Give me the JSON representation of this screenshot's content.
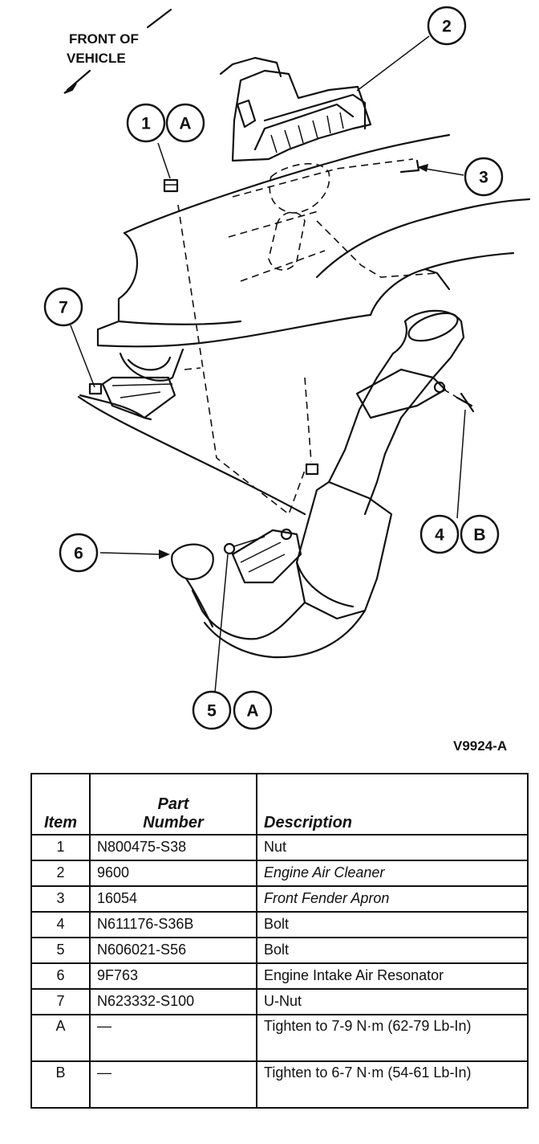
{
  "diagram": {
    "front_label_line1": "FRONT OF",
    "front_label_line2": "VEHICLE",
    "figure_id": "V9924-A",
    "callouts": [
      {
        "id": "1",
        "text": "1"
      },
      {
        "id": "1A",
        "text": "A"
      },
      {
        "id": "2",
        "text": "2"
      },
      {
        "id": "3",
        "text": "3"
      },
      {
        "id": "4",
        "text": "4"
      },
      {
        "id": "4B",
        "text": "B"
      },
      {
        "id": "5",
        "text": "5"
      },
      {
        "id": "5A",
        "text": "A"
      },
      {
        "id": "6",
        "text": "6"
      },
      {
        "id": "7",
        "text": "7"
      }
    ]
  },
  "table": {
    "headers": {
      "item": "Item",
      "part_line1": "Part",
      "part_line2": "Number",
      "description": "Description"
    },
    "rows": [
      {
        "item": "1",
        "part": "N800475-S38",
        "description": "Nut"
      },
      {
        "item": "2",
        "part": "9600",
        "description": "Engine Air Cleaner"
      },
      {
        "item": "3",
        "part": "16054",
        "description": "Front Fender Apron"
      },
      {
        "item": "4",
        "part": "N611176-S36B",
        "description": "Bolt"
      },
      {
        "item": "5",
        "part": "N606021-S56",
        "description": "Bolt"
      },
      {
        "item": "6",
        "part": "9F763",
        "description": "Engine Intake Air Resonator"
      },
      {
        "item": "7",
        "part": "N623332-S100",
        "description": "U-Nut"
      },
      {
        "item": "A",
        "part": "—",
        "description": "Tighten to 7-9 N·m (62-79 Lb-In)"
      },
      {
        "item": "B",
        "part": "—",
        "description": "Tighten to 6-7 N·m (54-61 Lb-In)"
      }
    ]
  }
}
